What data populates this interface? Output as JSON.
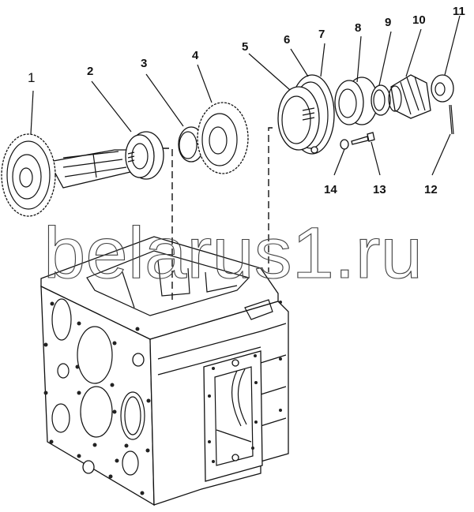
{
  "figure": {
    "title": "Gearbox housing with primary shaft and drive gear assembly",
    "watermark": "belarus1.ru",
    "callouts": [
      {
        "id": "1",
        "label": "1"
      },
      {
        "id": "2",
        "label": "2"
      },
      {
        "id": "3",
        "label": "3"
      },
      {
        "id": "4",
        "label": "4"
      },
      {
        "id": "5",
        "label": "5"
      },
      {
        "id": "6",
        "label": "6"
      },
      {
        "id": "7",
        "label": "7"
      },
      {
        "id": "8",
        "label": "8"
      },
      {
        "id": "9",
        "label": "9"
      },
      {
        "id": "10",
        "label": "10"
      },
      {
        "id": "11",
        "label": "11"
      },
      {
        "id": "12",
        "label": "12"
      },
      {
        "id": "13",
        "label": "13"
      },
      {
        "id": "14",
        "label": "14"
      }
    ],
    "line_color": "#111111",
    "background": "#ffffff"
  }
}
